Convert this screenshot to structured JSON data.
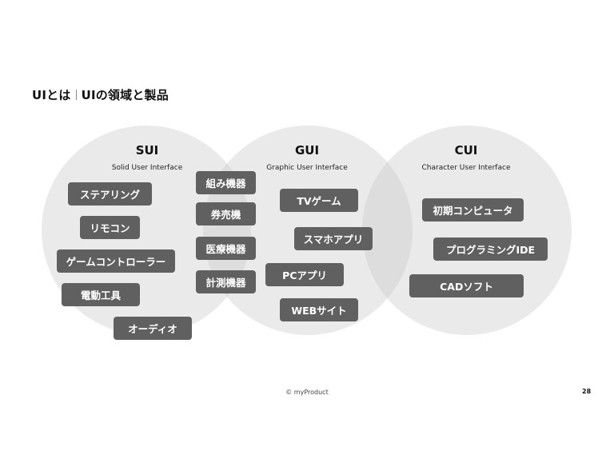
{
  "title": {
    "left": "UIとは",
    "right": "UIの領域と製品"
  },
  "categories": [
    {
      "name": "SUI",
      "subtitle": "Solid User Interface"
    },
    {
      "name": "GUI",
      "subtitle": "Graphic User Interface"
    },
    {
      "name": "CUI",
      "subtitle": "Character User Interface"
    }
  ],
  "sui_items": [
    "ステアリング",
    "リモコン",
    "ゲームコントローラー",
    "電動工具",
    "オーディオ"
  ],
  "overlap_sui_gui_items": [
    "組み機器",
    "券売機",
    "医療機器",
    "計測機器"
  ],
  "gui_items": [
    "TVゲーム",
    "スマホアプリ",
    "PCアプリ",
    "WEBサイト"
  ],
  "cui_items": [
    "初期コンピュータ",
    "プログラミングIDE",
    "CADソフト"
  ],
  "footer": {
    "copyright": "© myProduct",
    "page_number": "28"
  },
  "colors": {
    "circle": "#dcdcdc",
    "pill": "#606060",
    "pill_text": "#ffffff"
  }
}
